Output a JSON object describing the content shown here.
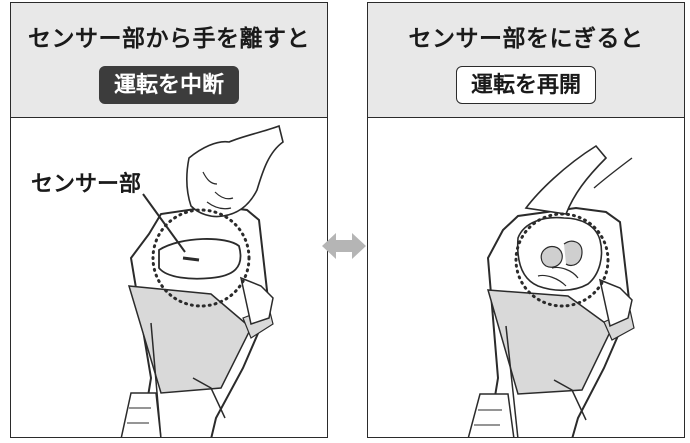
{
  "left_panel": {
    "title": "センサー部から手を離すと",
    "badge": "運転を中断",
    "sensor_label": "センサー部"
  },
  "right_panel": {
    "title": "センサー部をにぎると",
    "badge": "運転を再開"
  },
  "colors": {
    "header_bg": "#e8e8e8",
    "dark_badge": "#3c3c3c",
    "line": "#2b2b2b",
    "arrow": "#b5b5b5"
  },
  "icons": {
    "switch_arrow": "double-headed-arrow-icon"
  }
}
